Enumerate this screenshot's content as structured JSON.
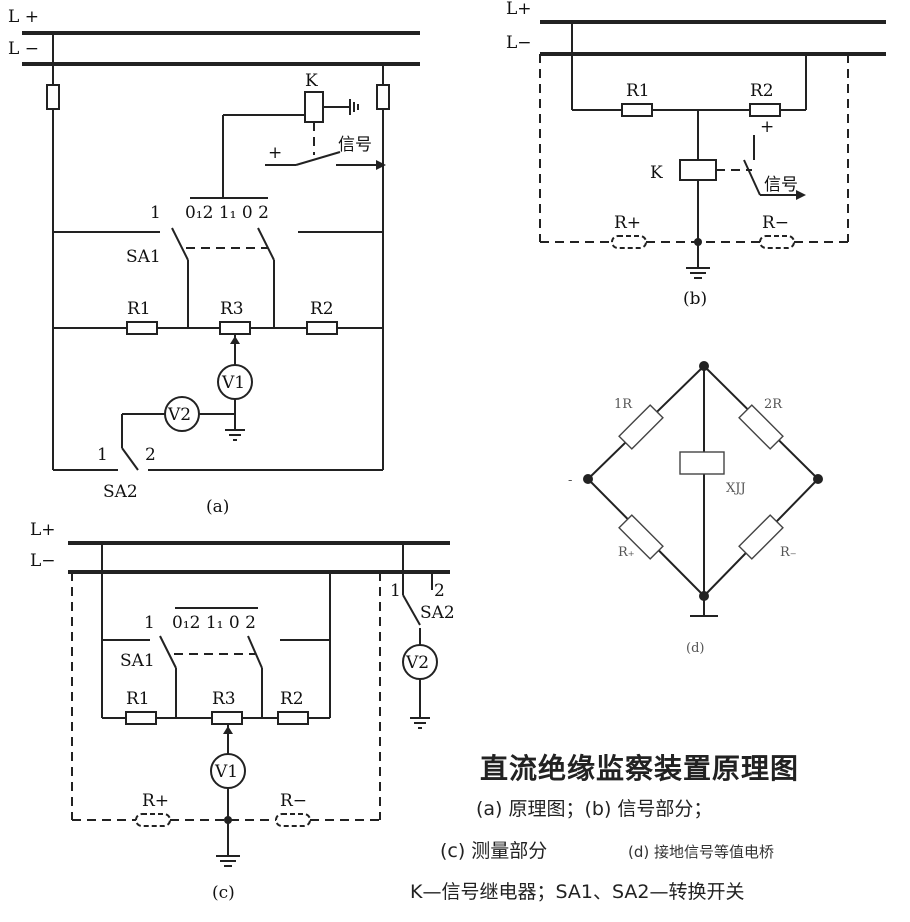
{
  "rails": {
    "positive": "L +",
    "negative": "L −",
    "positive_b": "L+",
    "negative_b": "L−",
    "positive_c": "L+",
    "negative_c": "L−"
  },
  "relay": {
    "k": "K",
    "signal": "信号",
    "plus": "+"
  },
  "switches": {
    "sa1": "SA1",
    "sa2": "SA2",
    "pos1": "1",
    "pos2": "2",
    "pos0": "0",
    "contacts": "0₁2 1₁ 0 2"
  },
  "resistors": {
    "r1": "R1",
    "r2": "R2",
    "r3": "R3",
    "rplus": "R+",
    "rminus": "R−"
  },
  "meters": {
    "v1": "V1",
    "v2": "V2"
  },
  "bridge": {
    "r1": "1R",
    "r2": "2R",
    "rplus": "R₊",
    "rminus": "R₋",
    "relay": "XJJ",
    "left": "-"
  },
  "captions": {
    "a": "(a)",
    "b": "(b)",
    "c": "(c)",
    "d": "(d)"
  },
  "legend": {
    "title": "直流绝缘监察装置原理图",
    "line1": "(a) 原理图；(b) 信号部分；",
    "line2a": "(c) 测量部分",
    "line2b": "(d) 接地信号等值电桥",
    "line3": "K—信号继电器；SA1、SA2—转换开关"
  }
}
